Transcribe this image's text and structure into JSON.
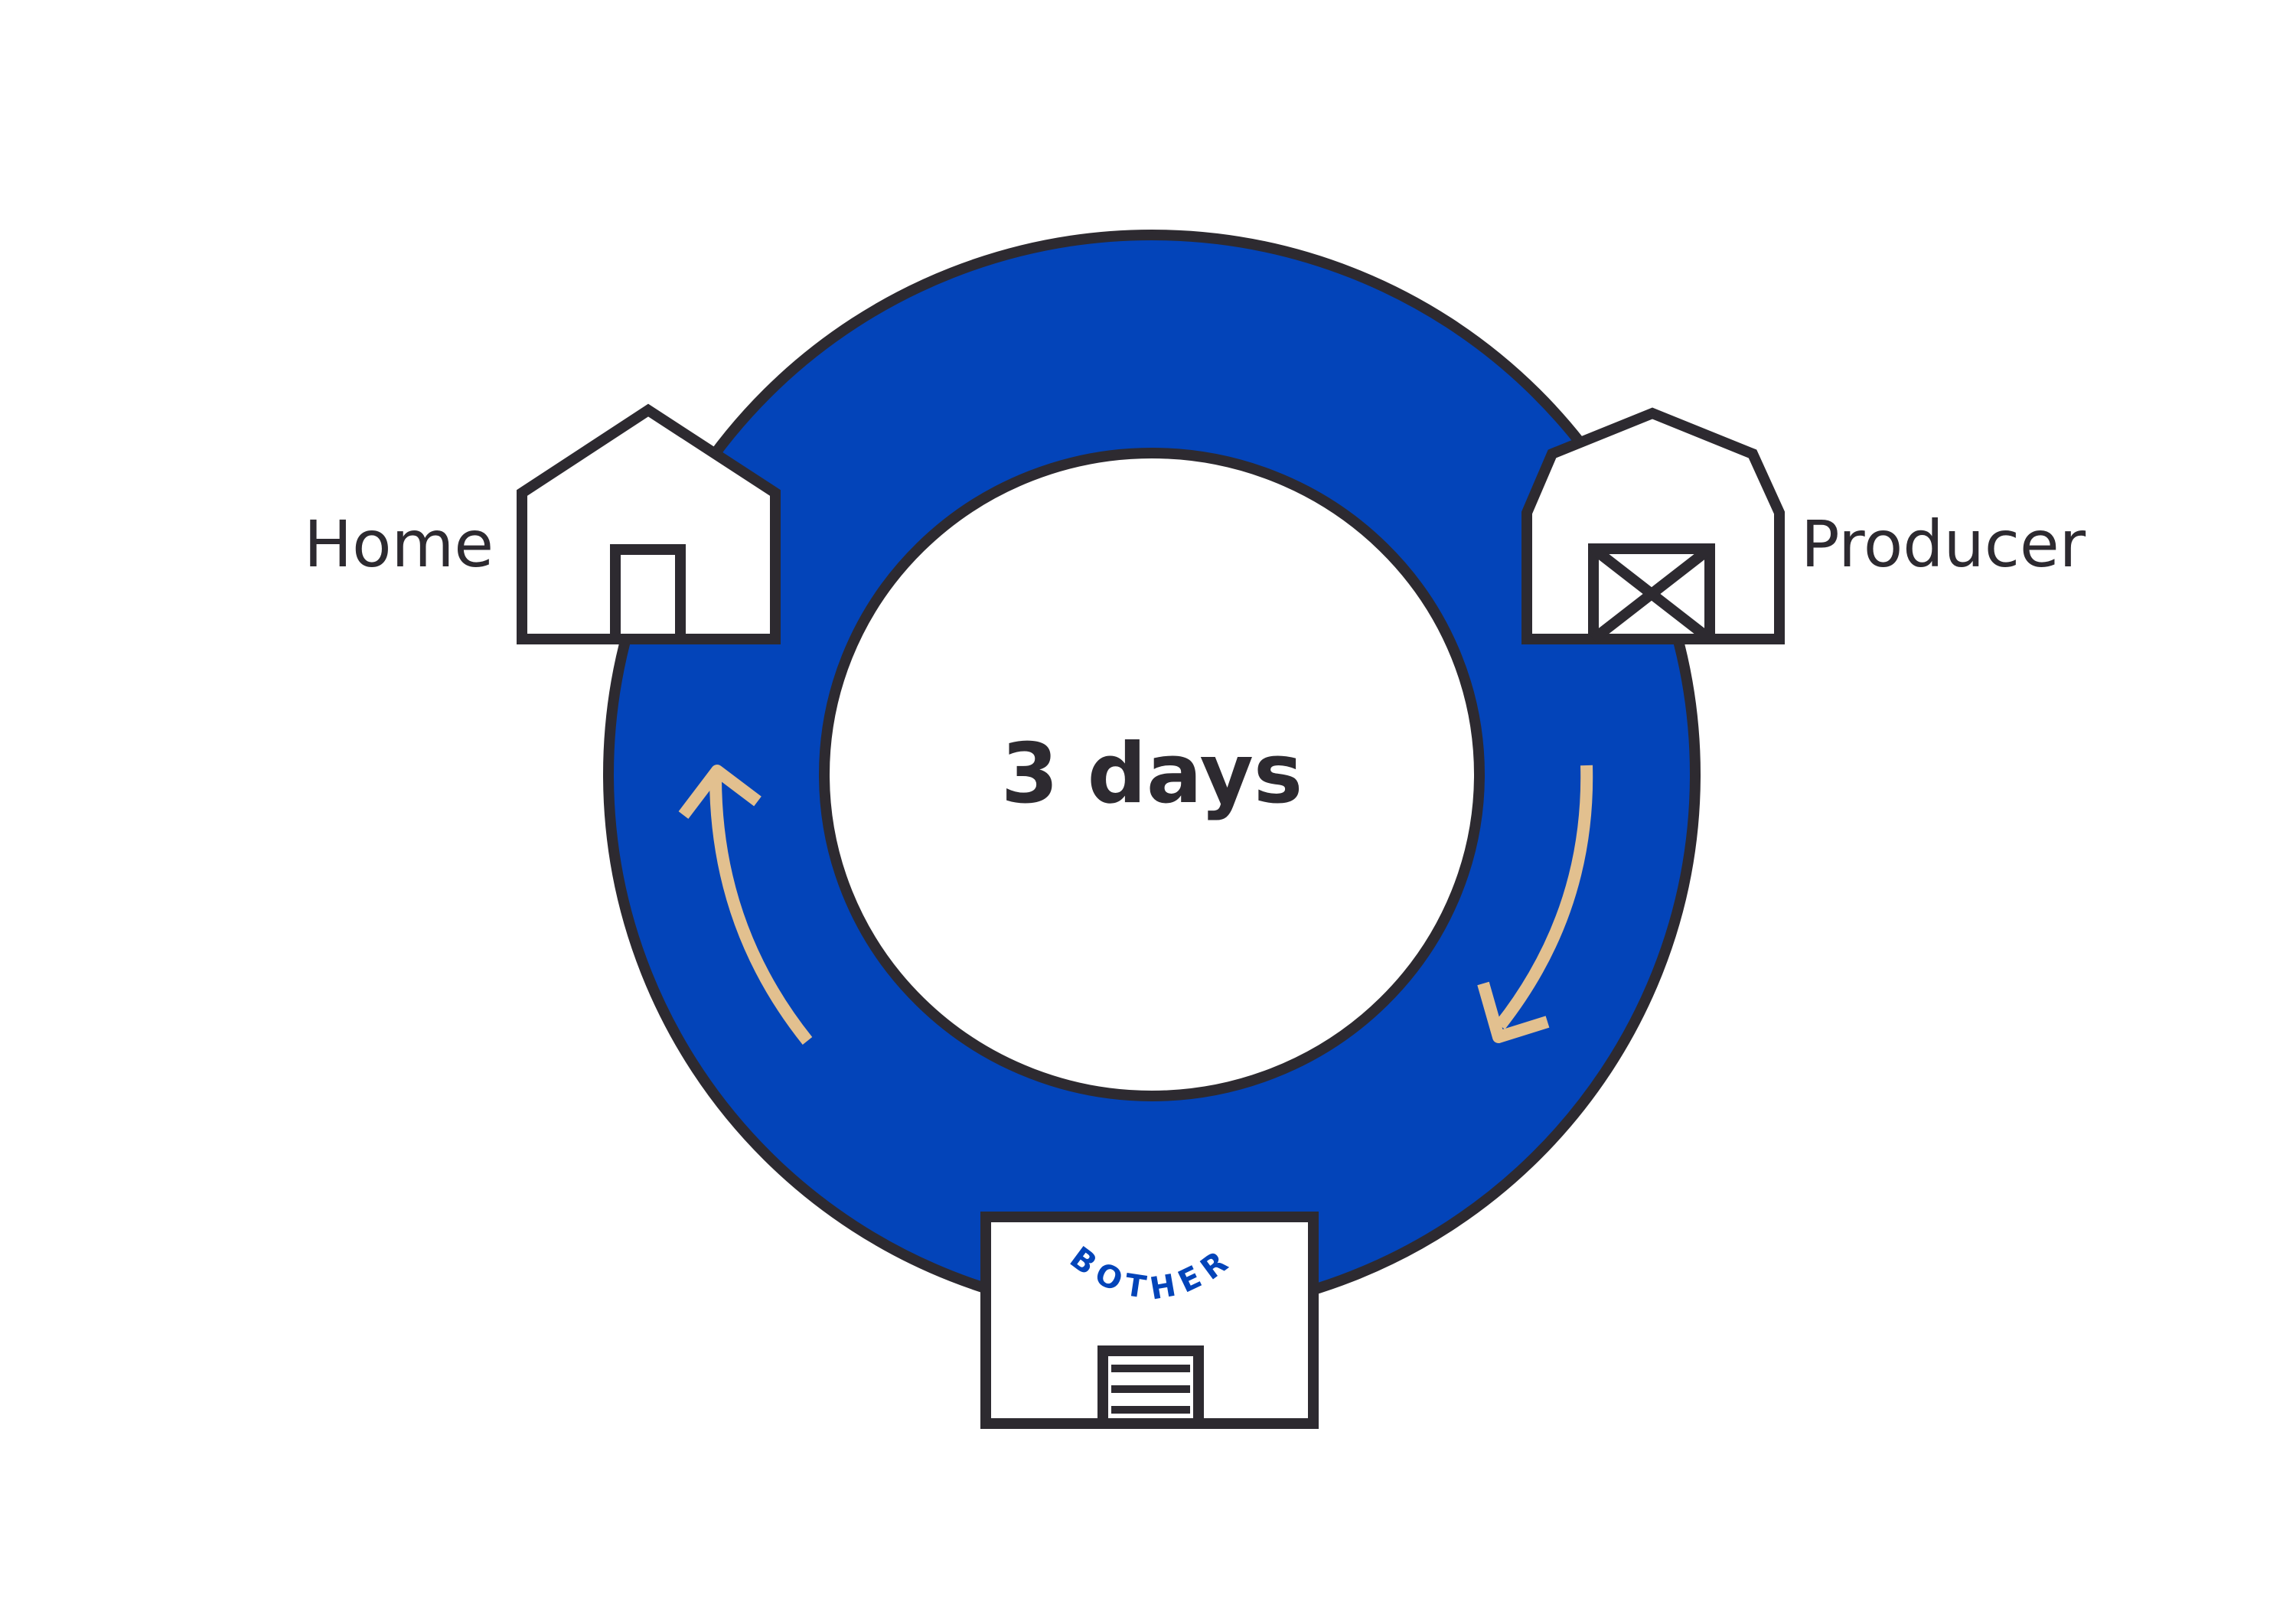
{
  "cycle": {
    "duration_label": "3 days"
  },
  "nodes": {
    "home": {
      "label": "Home",
      "icon": "house-icon"
    },
    "producer": {
      "label": "Producer",
      "icon": "barn-icon"
    },
    "warehouse": {
      "brand_text": "BOTHER",
      "icon": "warehouse-icon"
    }
  },
  "colors": {
    "ring": "#0344b9",
    "outline": "#2d2a30",
    "arrow": "#e2c08f",
    "brand": "#0344b9",
    "background": "#ffffff"
  }
}
